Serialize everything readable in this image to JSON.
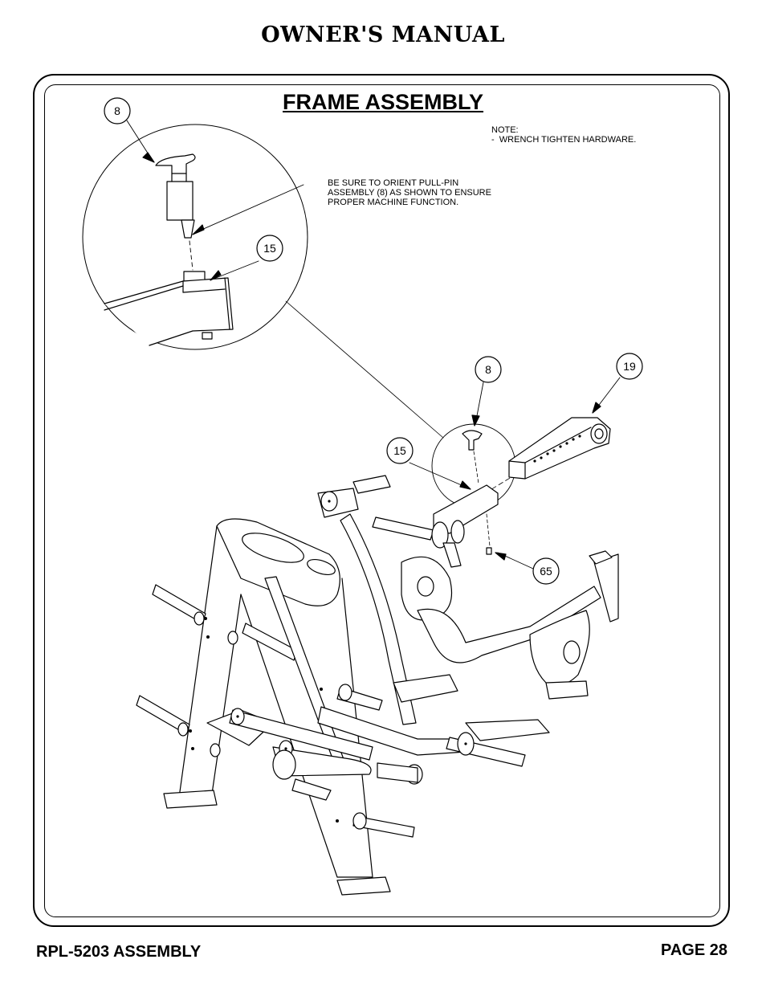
{
  "header": {
    "title": "OWNER'S MANUAL"
  },
  "section": {
    "title": "FRAME ASSEMBLY"
  },
  "note": {
    "heading": "NOTE:",
    "line1": "-  WRENCH TIGHTEN HARDWARE."
  },
  "callout": {
    "line1": "BE SURE TO ORIENT PULL-PIN",
    "line2": "ASSEMBLY (8) AS SHOWN TO ENSURE",
    "line3": "PROPER MACHINE FUNCTION."
  },
  "parts": {
    "detail_pull_pin": "8",
    "detail_spacer": "15",
    "pull_pin": "8",
    "adjustment_tube": "19",
    "spacer": "15",
    "bolt": "65"
  },
  "footer": {
    "model": "RPL-5203 ASSEMBLY",
    "page": "PAGE 28"
  }
}
